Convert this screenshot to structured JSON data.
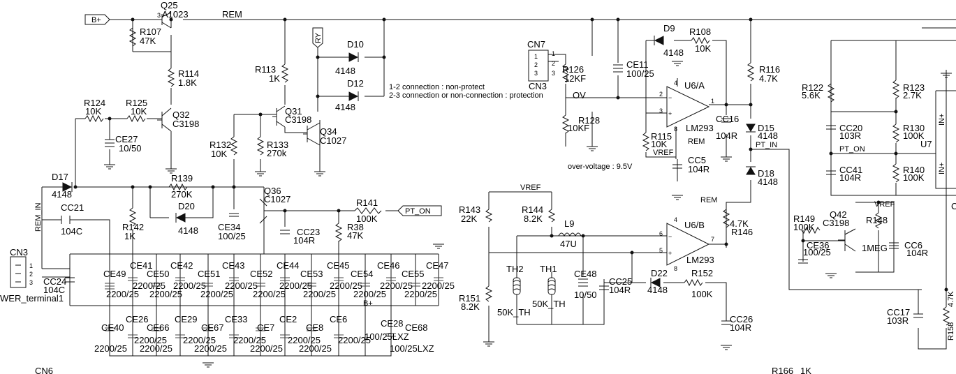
{
  "domain": "Diagram",
  "nets": {
    "b_plus": "B+",
    "rem": "REM",
    "ry": "RY",
    "pt_on": "PT_ON",
    "pt_in": "PT_IN",
    "vref": "VREF",
    "ov": "OV",
    "rem_in": "REM_IN"
  },
  "notes": {
    "conn_1_2": "1-2 connection : non-protect",
    "conn_2_3": "2-3 connection or non-connection : protection",
    "over_voltage": "over-voltage : 9.5V"
  },
  "transistors": [
    {
      "ref": "Q25",
      "value": "A1023"
    },
    {
      "ref": "Q32",
      "value": "C3198"
    },
    {
      "ref": "Q31",
      "value": "C3198"
    },
    {
      "ref": "Q34",
      "value": "C1027"
    },
    {
      "ref": "Q36",
      "value": "C1027"
    },
    {
      "ref": "Q42",
      "value": "C3198"
    }
  ],
  "resistors": [
    {
      "ref": "R107",
      "value": "47K"
    },
    {
      "ref": "R114",
      "value": "1.8K"
    },
    {
      "ref": "R124",
      "value": "10K"
    },
    {
      "ref": "R125",
      "value": "10K"
    },
    {
      "ref": "R113",
      "value": "1K"
    },
    {
      "ref": "R132",
      "value": "10K"
    },
    {
      "ref": "R133",
      "value": "270k"
    },
    {
      "ref": "R139",
      "value": "270K"
    },
    {
      "ref": "R142",
      "value": "1K"
    },
    {
      "ref": "R141",
      "value": "100K"
    },
    {
      "ref": "R38",
      "value": "47K"
    },
    {
      "ref": "R126",
      "value": "12KF"
    },
    {
      "ref": "R128",
      "value": "10KF"
    },
    {
      "ref": "R108",
      "value": "10K"
    },
    {
      "ref": "R115",
      "value": "10K"
    },
    {
      "ref": "R116",
      "value": "4.7K"
    },
    {
      "ref": "R143",
      "value": "22K"
    },
    {
      "ref": "R144",
      "value": "8.2K"
    },
    {
      "ref": "R151",
      "value": "8.2K"
    },
    {
      "ref": "R146",
      "value": "4.7K"
    },
    {
      "ref": "R152",
      "value": "100K"
    },
    {
      "ref": "R122",
      "value": "5.6K"
    },
    {
      "ref": "R123",
      "value": "2.7K"
    },
    {
      "ref": "R130",
      "value": "100K"
    },
    {
      "ref": "R140",
      "value": "100K"
    },
    {
      "ref": "R149",
      "value": "100K"
    },
    {
      "ref": "R148",
      "value": "1MEG"
    },
    {
      "ref": "R158",
      "value": "4.7K"
    },
    {
      "ref": "R166",
      "value": "1K"
    }
  ],
  "diodes": [
    {
      "ref": "D10",
      "value": "4148"
    },
    {
      "ref": "D12",
      "value": "4148"
    },
    {
      "ref": "D17",
      "value": "4148"
    },
    {
      "ref": "D20",
      "value": "4148"
    },
    {
      "ref": "D9",
      "value": "4148"
    },
    {
      "ref": "D15",
      "value": "4148"
    },
    {
      "ref": "D18",
      "value": "4148"
    },
    {
      "ref": "D22",
      "value": "4148"
    }
  ],
  "capacitors": [
    {
      "ref": "CE27",
      "value": "10/50"
    },
    {
      "ref": "CC21",
      "value": "104C"
    },
    {
      "ref": "CC24",
      "value": "104C"
    },
    {
      "ref": "CE34",
      "value": "100/25"
    },
    {
      "ref": "CC23",
      "value": "104R"
    },
    {
      "ref": "CE11",
      "value": "100/25"
    },
    {
      "ref": "CC16",
      "value": "104R"
    },
    {
      "ref": "CC5",
      "value": "104R"
    },
    {
      "ref": "CE48",
      "value": "10/50"
    },
    {
      "ref": "CC25",
      "value": "104R"
    },
    {
      "ref": "CC26",
      "value": "104R"
    },
    {
      "ref": "CC17",
      "value": "103R"
    },
    {
      "ref": "CC20",
      "value": "103R"
    },
    {
      "ref": "CC41",
      "value": "104R"
    },
    {
      "ref": "CE36",
      "value": "100/25"
    },
    {
      "ref": "CC6",
      "value": "104R"
    },
    {
      "ref": "CE28",
      "value": "100/25LXZ"
    },
    {
      "ref": "CE68",
      "value": "100/25LXZ"
    }
  ],
  "bulk_caps_row1": [
    "CE49",
    "CE41",
    "CE50",
    "CE42",
    "CE51",
    "CE43",
    "CE52",
    "CE44",
    "CE53",
    "CE45",
    "CE54",
    "CE46",
    "CE55",
    "CE47"
  ],
  "bulk_caps_row2": [
    "CE40",
    "CE26",
    "CE66",
    "CE29",
    "CE67",
    "CE33",
    "CE7",
    "CE2",
    "CE8",
    "CE6"
  ],
  "bulk_value": "2200/25",
  "ics": [
    {
      "ref": "U6/A",
      "part": "LM293"
    },
    {
      "ref": "U6/B",
      "part": "LM293"
    },
    {
      "ref": "U7",
      "part": ""
    }
  ],
  "inductor": {
    "ref": "L9",
    "value": "47U"
  },
  "thermistors": [
    {
      "ref": "TH2",
      "value": "50K_TH"
    },
    {
      "ref": "TH1",
      "value": "50K_TH"
    }
  ],
  "connectors": [
    {
      "ref": "CN7",
      "pins": [
        "1",
        "2",
        "3"
      ]
    },
    {
      "ref": "CN3",
      "pins": [
        "1",
        "2",
        "3"
      ]
    },
    {
      "ref": "CN3",
      "label": "WER_terminal1",
      "pins": [
        "1",
        "2",
        "3"
      ]
    },
    {
      "ref": "CN6",
      "pins": []
    }
  ],
  "u7_pins": [
    "IN+",
    "IN+"
  ],
  "edge_label": "C"
}
